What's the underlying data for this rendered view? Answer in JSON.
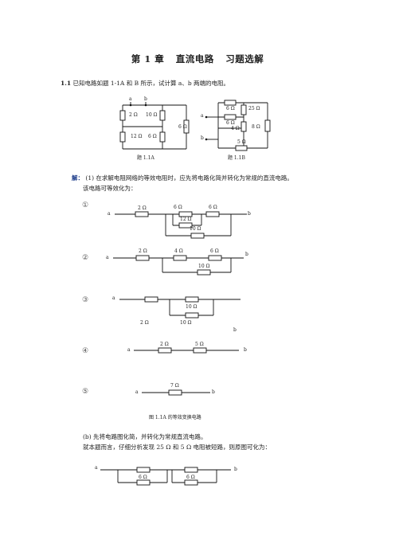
{
  "title": {
    "chapter": "第 1 章",
    "name": "直流电路",
    "sub": "习题选解"
  },
  "problem": {
    "num": "1.1",
    "text": "已知电路如题 1-1A 和 B 所示，试计算 a、b 两端的电阻。"
  },
  "fig_a": {
    "caption": "题 1.1A",
    "node_a": "a",
    "node_b": "b",
    "r1": "2 Ω",
    "r2": "10 Ω",
    "r3": "6 Ω",
    "r4": "12 Ω",
    "r5": "6 Ω"
  },
  "fig_b": {
    "caption": "题 1.1B",
    "node_a": "a",
    "node_b": "b",
    "r1": "6 Ω",
    "r2": "25 Ω",
    "r3": "6 Ω",
    "r4": "4 Ω",
    "r5": "8 Ω",
    "r6": "5 Ω"
  },
  "solution": {
    "label": "解：",
    "line1": "(1) 在求解电阻网络的等效电阻时，应先将电路化简并转化为常规的直流电路。",
    "line2": "该电路可等效化为："
  },
  "steps": [
    {
      "num": "①",
      "a": "a",
      "b": "b",
      "r1": "2 Ω",
      "r2": "6 Ω",
      "r3": "6 Ω",
      "r4": "12 Ω",
      "r5": "10 Ω"
    },
    {
      "num": "②",
      "a": "a",
      "b": "b",
      "r1": "2 Ω",
      "r2": "4 Ω",
      "r3": "6 Ω",
      "r4": "10 Ω"
    },
    {
      "num": "③",
      "a": "a",
      "b": "b",
      "r1": "2 Ω",
      "r2": "10 Ω",
      "r3": "10 Ω"
    },
    {
      "num": "④",
      "a": "a",
      "b": "b",
      "r1": "2 Ω",
      "r2": "5 Ω"
    },
    {
      "num": "⑤",
      "a": "a",
      "b": "b",
      "r1": "7 Ω"
    }
  ],
  "figure_caption": "图 1.1A 的等效变换电路",
  "part_b": {
    "line1": "(b) 先将电路图化简，并转化为常规直流电路。",
    "line2": "就本题而言，仔细分析发现 25 Ω 和 5 Ω 电阻被短路，则原图可化为："
  },
  "final": {
    "a": "a",
    "b": "b",
    "r1": "6 Ω",
    "r2": "6 Ω"
  }
}
